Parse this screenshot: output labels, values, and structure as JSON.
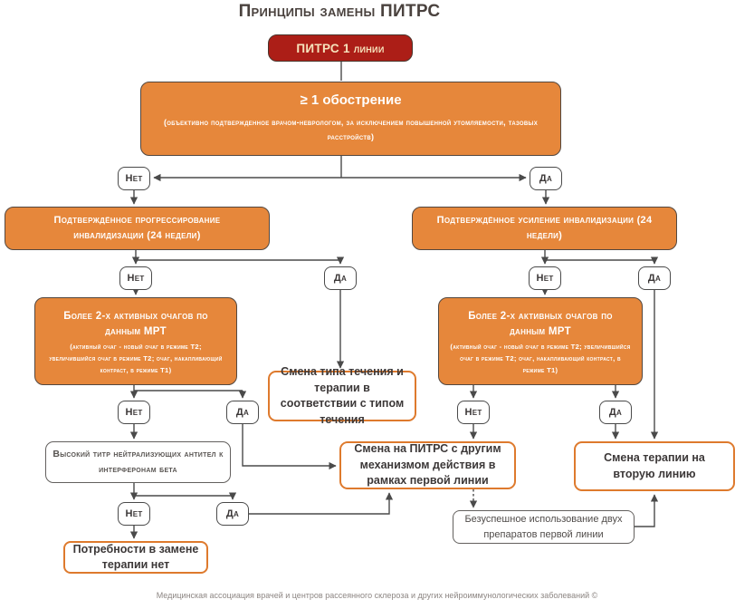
{
  "title": "Принципы замены ПИТРС",
  "footer": "Медицинская ассоциация врачей и центров рассеянного склероза и других нейроиммунологических заболеваний ©",
  "labels": {
    "no": "Нет",
    "yes": "Да"
  },
  "colors": {
    "orange_fill": "#E6873B",
    "red_fill": "#AC1E17",
    "orange_border": "#DE7A2D",
    "gray_border": "#63605E",
    "line": "#4A4A4A",
    "cream_text": "#F6E3BC"
  },
  "nodes": {
    "root": {
      "label": "ПИТРС 1 линии"
    },
    "relapse": {
      "title": "≥ 1 обострение",
      "subtitle": "(объективно подтвержденное врачом-неврологом, за исключением повышенной утомляемости, тазовых расстройств)"
    },
    "progression_left": {
      "label": "Подтверждённое прогрессирование инвалидизации (24 недели)"
    },
    "progression_right": {
      "label": "Подтверждённое усиление инвалидизации (24 недели)"
    },
    "mri_left": {
      "title": "Более 2-х активных очагов по данным МРТ",
      "note": "(активный очаг - новый очаг в режиме Т2; увеличившийся очаг в режиме Т2; очаг, накапливающий контраст, в режиме Т1)"
    },
    "mri_right": {
      "title": "Более 2-х активных очагов по данным МРТ",
      "note": "(активный очаг - новый очаг в режиме Т2; увеличившийся очаг в режиме Т2; очаг, накапливающий контраст, в режиме Т1)"
    },
    "change_course_type": {
      "label": "Смена типа течения и терапии в соответствии с типом течения"
    },
    "nab_titer": {
      "label": "Высокий титр нейтрализующих антител к интерферонам бета"
    },
    "switch_mechanism": {
      "label": "Смена на ПИТРС с другим механизмом действия в рамках первой линии"
    },
    "switch_second_line": {
      "label": "Смена терапии на вторую линию"
    },
    "no_change_needed": {
      "label": "Потребности в замене терапии нет"
    },
    "two_drugs_failed": {
      "label": "Безуспешное использование двух препаратов первой линии"
    }
  }
}
